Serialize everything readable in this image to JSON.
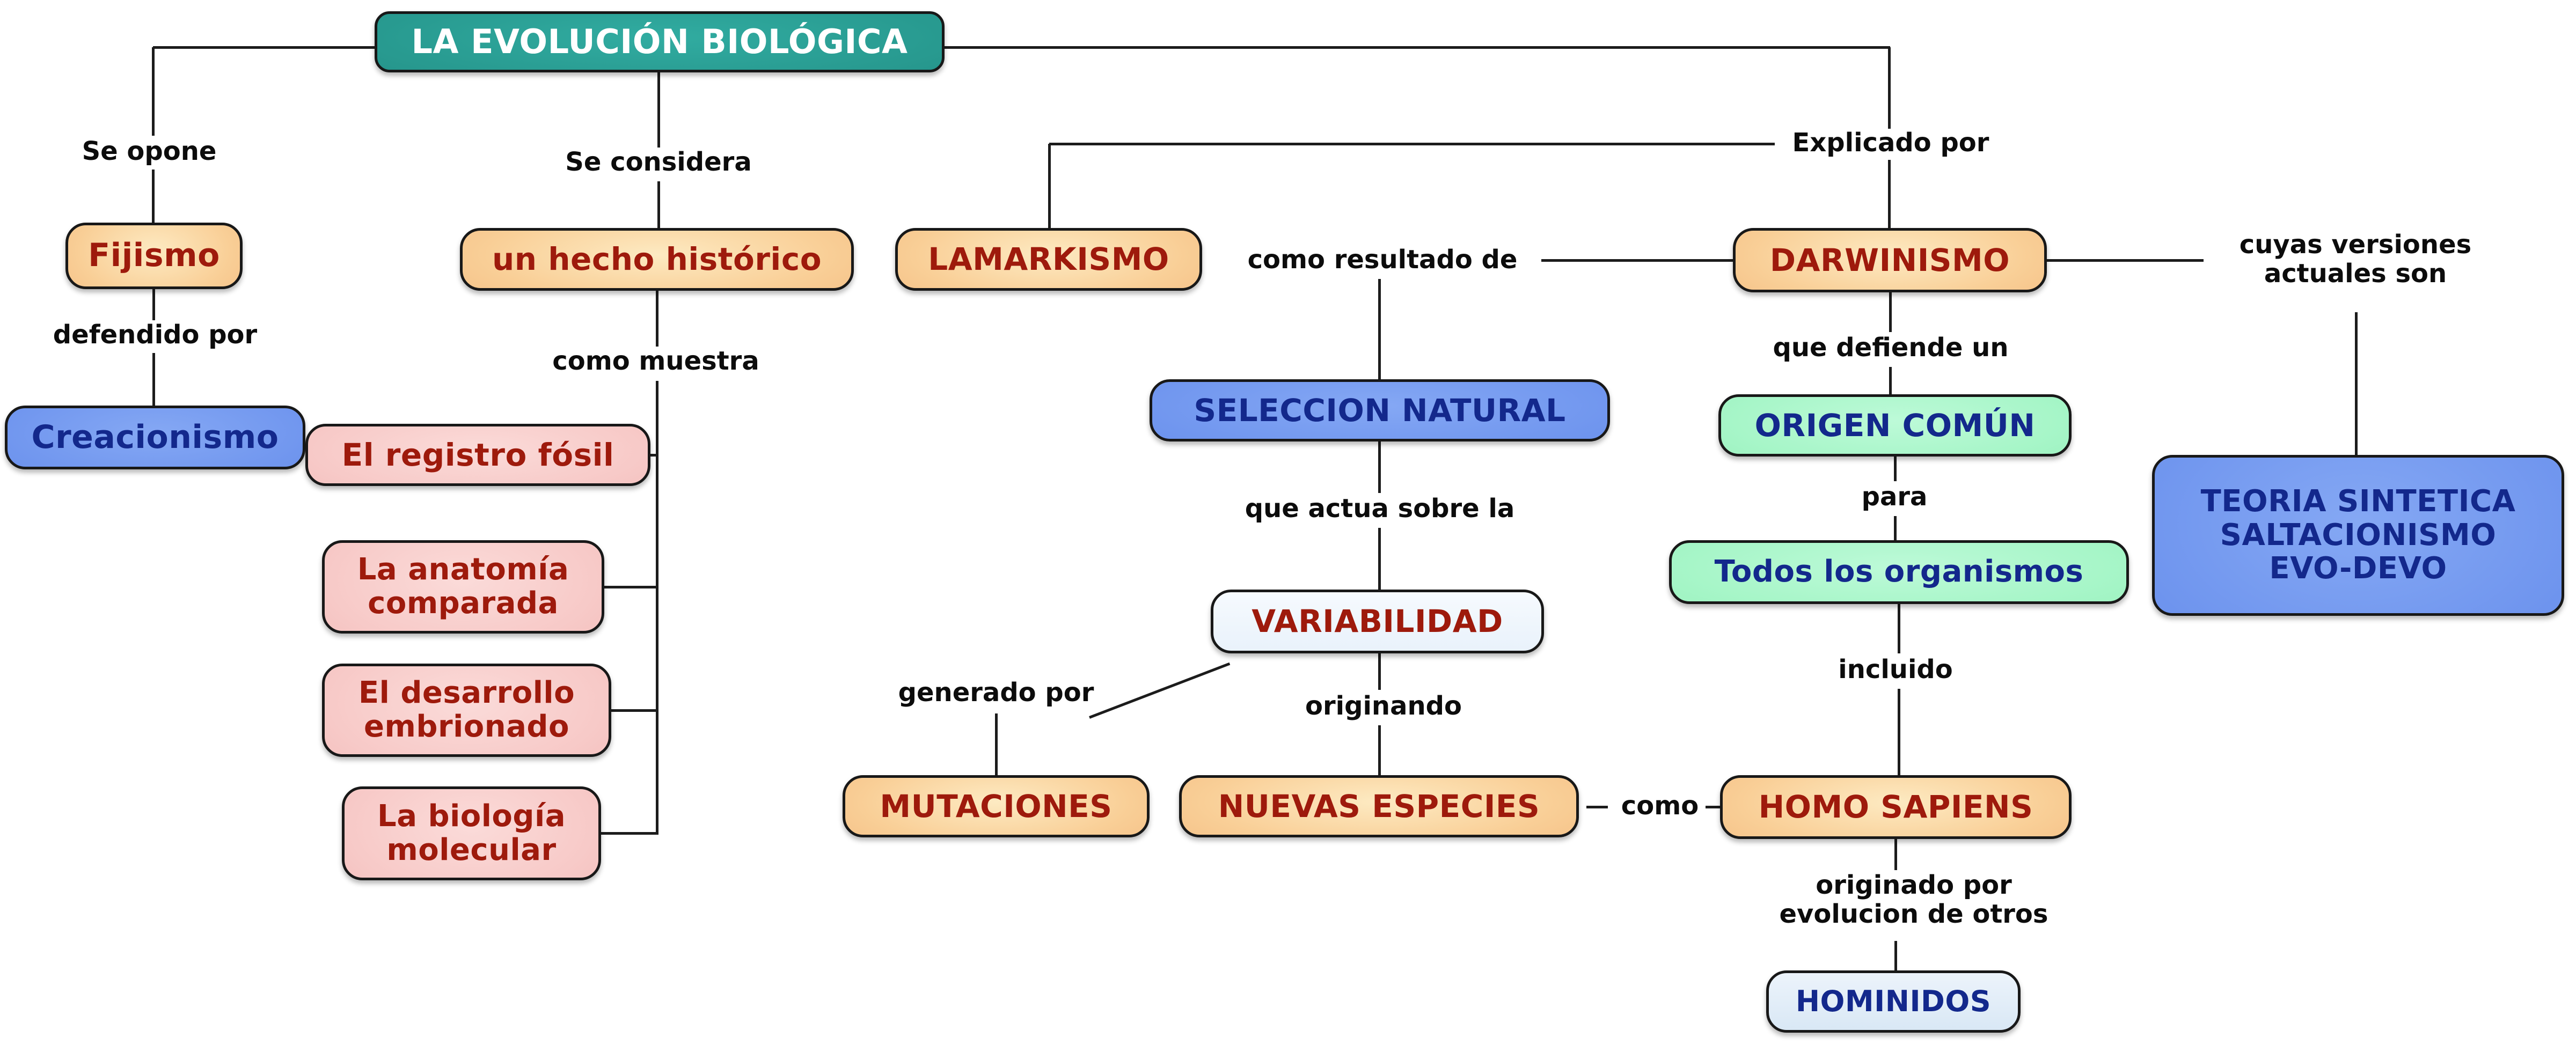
{
  "diagram": {
    "type": "concept-map",
    "language": "es",
    "background": "#ffffff",
    "line_color": "#1c1c1c",
    "label_text_color": "#0c0c0c"
  },
  "nodes": {
    "evolucion": {
      "label": "LA EVOLUCIÓN BIOLÓGICA",
      "fill": "#27988e",
      "text": "#ffffff"
    },
    "fijismo": {
      "label": "Fijismo",
      "fill": "#f9cf97",
      "text": "#9e1a0c"
    },
    "creacionismo": {
      "label": "Creacionismo",
      "fill": "#6e94ee",
      "text": "#13288c"
    },
    "hecho_historico": {
      "label": "un hecho histórico",
      "fill": "#f9cf97",
      "text": "#9e1a0c"
    },
    "registro_fosil": {
      "label": "El registro fósil",
      "fill": "#f7c9c7",
      "text": "#9e1a0c"
    },
    "anatomia_comparada": {
      "label": "La anatomía comparada",
      "fill": "#f7c9c7",
      "text": "#9e1a0c"
    },
    "desarrollo_embrionado": {
      "label": "El desarrollo embrionado",
      "fill": "#f7c9c7",
      "text": "#9e1a0c"
    },
    "biologia_molecular": {
      "label": "La biología molecular",
      "fill": "#f7c9c7",
      "text": "#9e1a0c"
    },
    "lamarkismo": {
      "label": "LAMARKISMO",
      "fill": "#f9cf97",
      "text": "#9e1a0c"
    },
    "seleccion_natural": {
      "label": "SELECCION NATURAL",
      "fill": "#6e94ee",
      "text": "#13288c"
    },
    "variabilidad": {
      "label": "VARIABILIDAD",
      "fill": "#eef5fc",
      "text": "#9e1a0c"
    },
    "mutaciones": {
      "label": "MUTACIONES",
      "fill": "#f9cf97",
      "text": "#9e1a0c"
    },
    "nuevas_especies": {
      "label": "NUEVAS ESPECIES",
      "fill": "#f9cf97",
      "text": "#9e1a0c"
    },
    "homo_sapiens": {
      "label": "HOMO SAPIENS",
      "fill": "#f9cf97",
      "text": "#9e1a0c"
    },
    "darwinismo": {
      "label": "DARWINISMO",
      "fill": "#f9cf97",
      "text": "#9e1a0c"
    },
    "origen_comun": {
      "label": "ORIGEN COMÚN",
      "fill": "#a4f5c6",
      "text": "#13288c"
    },
    "todos_organismos": {
      "label": "Todos los organismos",
      "fill": "#a4f5c6",
      "text": "#13288c"
    },
    "teoria_sintetica": {
      "label": "TEORIA SINTETICA\nSALTACIONISMO\nEVO-DEVO",
      "fill": "#6e94ee",
      "text": "#13288c"
    },
    "hominidos": {
      "label": "HOMINIDOS",
      "fill": "#dfebf7",
      "text": "#13288c"
    }
  },
  "edge_labels": {
    "se_opone": "Se opone",
    "defendido_por": "defendido por",
    "se_considera": "Se considera",
    "como_muestra": "como muestra",
    "explicado_por": "Explicado por",
    "como_resultado_de": "como resultado de",
    "que_defiende_un": "que defiende un",
    "cuyas_versiones": "cuyas versiones actuales son",
    "que_actua": "que actua sobre la",
    "para": "para",
    "generado_por": "generado por",
    "originando": "originando",
    "incluido": "incluido",
    "como": "como",
    "originado_por": "originado por evolucion de otros"
  },
  "edges": [
    {
      "from": "evolucion",
      "to": "fijismo",
      "label": "Se opone"
    },
    {
      "from": "fijismo",
      "to": "creacionismo",
      "label": "defendido por"
    },
    {
      "from": "evolucion",
      "to": "hecho_historico",
      "label": "Se considera"
    },
    {
      "from": "hecho_historico",
      "to": "registro_fosil",
      "label": "como muestra"
    },
    {
      "from": "hecho_historico",
      "to": "anatomia_comparada",
      "label": "como muestra"
    },
    {
      "from": "hecho_historico",
      "to": "desarrollo_embrionado",
      "label": "como muestra"
    },
    {
      "from": "hecho_historico",
      "to": "biologia_molecular",
      "label": "como muestra"
    },
    {
      "from": "evolucion",
      "to": "lamarkismo",
      "label": "Explicado por"
    },
    {
      "from": "evolucion",
      "to": "darwinismo",
      "label": "Explicado por"
    },
    {
      "from": "lamarkismo",
      "to": "seleccion_natural",
      "label": "como resultado de"
    },
    {
      "from": "darwinismo",
      "to": "seleccion_natural",
      "label": "como resultado de"
    },
    {
      "from": "seleccion_natural",
      "to": "variabilidad",
      "label": "que actua sobre la"
    },
    {
      "from": "variabilidad",
      "to": "mutaciones",
      "label": "generado por"
    },
    {
      "from": "variabilidad",
      "to": "nuevas_especies",
      "label": "originando"
    },
    {
      "from": "nuevas_especies",
      "to": "homo_sapiens",
      "label": "como"
    },
    {
      "from": "darwinismo",
      "to": "origen_comun",
      "label": "que defiende un"
    },
    {
      "from": "origen_comun",
      "to": "todos_organismos",
      "label": "para"
    },
    {
      "from": "todos_organismos",
      "to": "homo_sapiens",
      "label": "incluido"
    },
    {
      "from": "darwinismo",
      "to": "teoria_sintetica",
      "label": "cuyas versiones actuales son"
    },
    {
      "from": "homo_sapiens",
      "to": "hominidos",
      "label": "originado por evolucion de otros"
    }
  ]
}
